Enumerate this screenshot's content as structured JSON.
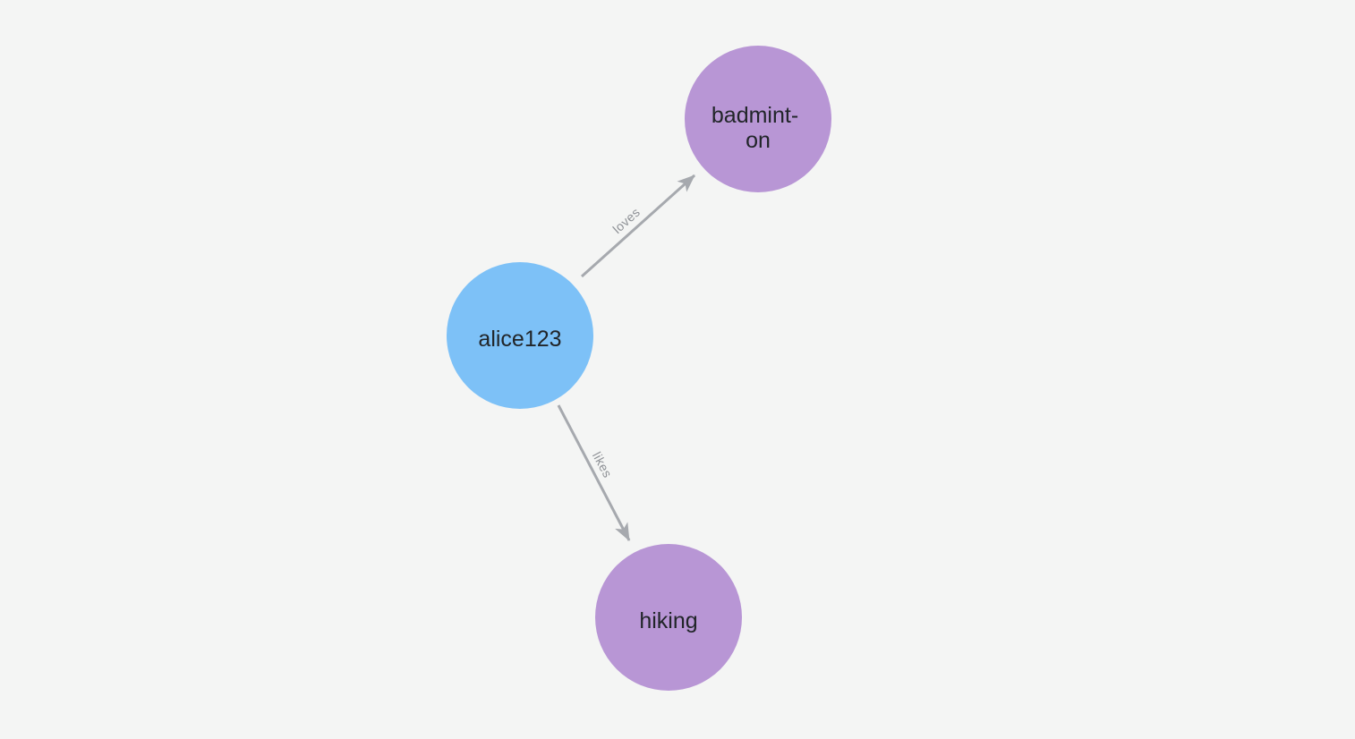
{
  "canvas": {
    "background_color": "#f4f5f4"
  },
  "graph": {
    "edge_color": "#a6a9ae",
    "edge_label_color": "#8d9095",
    "node_text_color": "#212529",
    "nodes": [
      {
        "id": "alice123",
        "label": "alice123",
        "color": "#7dc1f7"
      },
      {
        "id": "badminton",
        "label": "badminton",
        "label_lines": {
          "0": "badmint-",
          "1": "on"
        },
        "color": "#b896d5"
      },
      {
        "id": "hiking",
        "label": "hiking",
        "color": "#b896d5"
      }
    ],
    "edges": [
      {
        "label": "loves",
        "from": "alice123",
        "to": "badminton"
      },
      {
        "label": "likes",
        "from": "alice123",
        "to": "hiking"
      }
    ]
  }
}
